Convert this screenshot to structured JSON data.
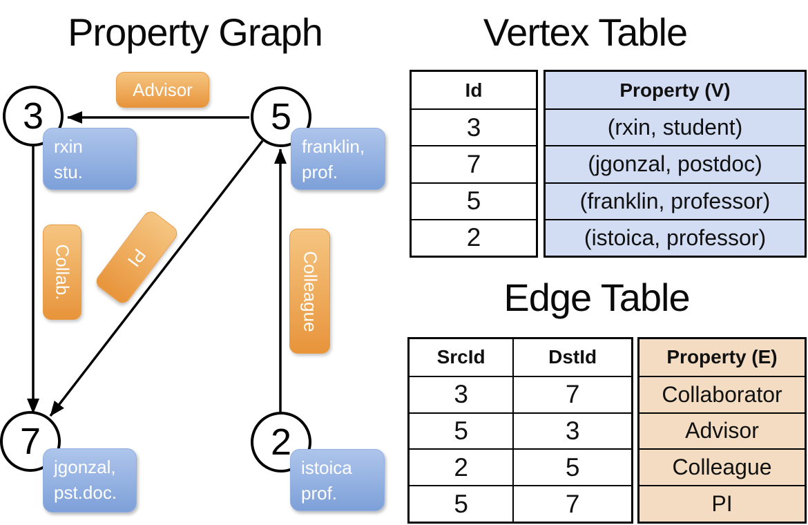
{
  "colors": {
    "edge_label_orange_top": "#f5c581",
    "edge_label_orange_bottom": "#e8943b",
    "vertex_label_blue_top": "#aec5eb",
    "vertex_label_blue_bottom": "#7da0d9",
    "vertex_property_cell_fill": "#d2dcf3",
    "edge_property_cell_fill": "#f3dcc2",
    "stroke": "#000000",
    "background": "#ffffff"
  },
  "property_graph": {
    "title": "Property Graph",
    "nodes": [
      {
        "id": "3",
        "label_line1": "rxin",
        "label_line2": "stu."
      },
      {
        "id": "5",
        "label_line1": "franklin,",
        "label_line2": "prof."
      },
      {
        "id": "7",
        "label_line1": "jgonzal,",
        "label_line2": "pst.doc."
      },
      {
        "id": "2",
        "label_line1": "istoica",
        "label_line2": "prof."
      }
    ],
    "edges": [
      {
        "src": "5",
        "dst": "3",
        "label": "Advisor"
      },
      {
        "src": "3",
        "dst": "7",
        "label": "Collab."
      },
      {
        "src": "5",
        "dst": "7",
        "label": "PI"
      },
      {
        "src": "2",
        "dst": "5",
        "label": "Colleague"
      }
    ]
  },
  "vertex_table": {
    "title": "Vertex Table",
    "headers": {
      "id": "Id",
      "property": "Property (V)"
    },
    "rows": [
      {
        "id": "3",
        "property": "(rxin, student)"
      },
      {
        "id": "7",
        "property": "(jgonzal, postdoc)"
      },
      {
        "id": "5",
        "property": "(franklin, professor)"
      },
      {
        "id": "2",
        "property": "(istoica, professor)"
      }
    ]
  },
  "edge_table": {
    "title": "Edge Table",
    "headers": {
      "src": "SrcId",
      "dst": "DstId",
      "property": "Property (E)"
    },
    "rows": [
      {
        "src": "3",
        "dst": "7",
        "property": "Collaborator"
      },
      {
        "src": "5",
        "dst": "3",
        "property": "Advisor"
      },
      {
        "src": "2",
        "dst": "5",
        "property": "Colleague"
      },
      {
        "src": "5",
        "dst": "7",
        "property": "PI"
      }
    ]
  }
}
